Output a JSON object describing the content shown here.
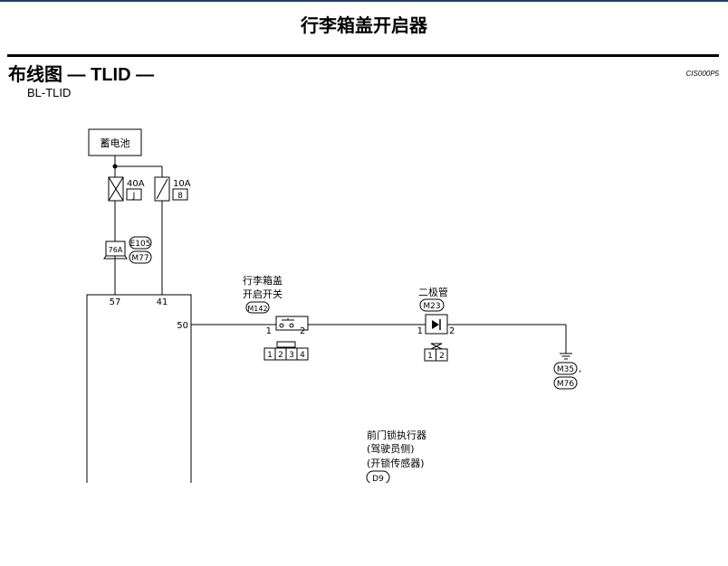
{
  "page": {
    "title": "行李箱盖开启器",
    "section_title": "布线图 — TLID —",
    "doc_code": "CIS000P5",
    "sub_title": "BL-TLID"
  },
  "diagram": {
    "battery_label": "蓄电池",
    "fuse_40a": {
      "rating": "40A",
      "code": "J"
    },
    "fuse_10a": {
      "rating": "10A",
      "code": "8"
    },
    "inline_connector": "76A",
    "connector_e105": "E105",
    "connector_m77": "M77",
    "module_pin_57": "57",
    "module_pin_41": "41",
    "module_pin_50": "50",
    "switch_title_line1": "行李箱盖",
    "switch_title_line2": "开启开关",
    "switch_connector": "M142",
    "switch_pin_1": "1",
    "switch_pin_2": "2",
    "switch_face_pins": [
      "1",
      "2",
      "3",
      "4"
    ],
    "diode_title": "二极管",
    "diode_connector": "M23",
    "diode_pin_1": "1",
    "diode_pin_2": "2",
    "diode_face_pins": [
      "1",
      "2"
    ],
    "ground_connector_1": "M35",
    "ground_separator": ",",
    "ground_connector_2": "M76",
    "door_actuator_line1": "前门锁执行器",
    "door_actuator_line2": "(驾驶员侧)",
    "door_actuator_line3": "(开锁传感器)",
    "door_actuator_connector": "D9"
  }
}
